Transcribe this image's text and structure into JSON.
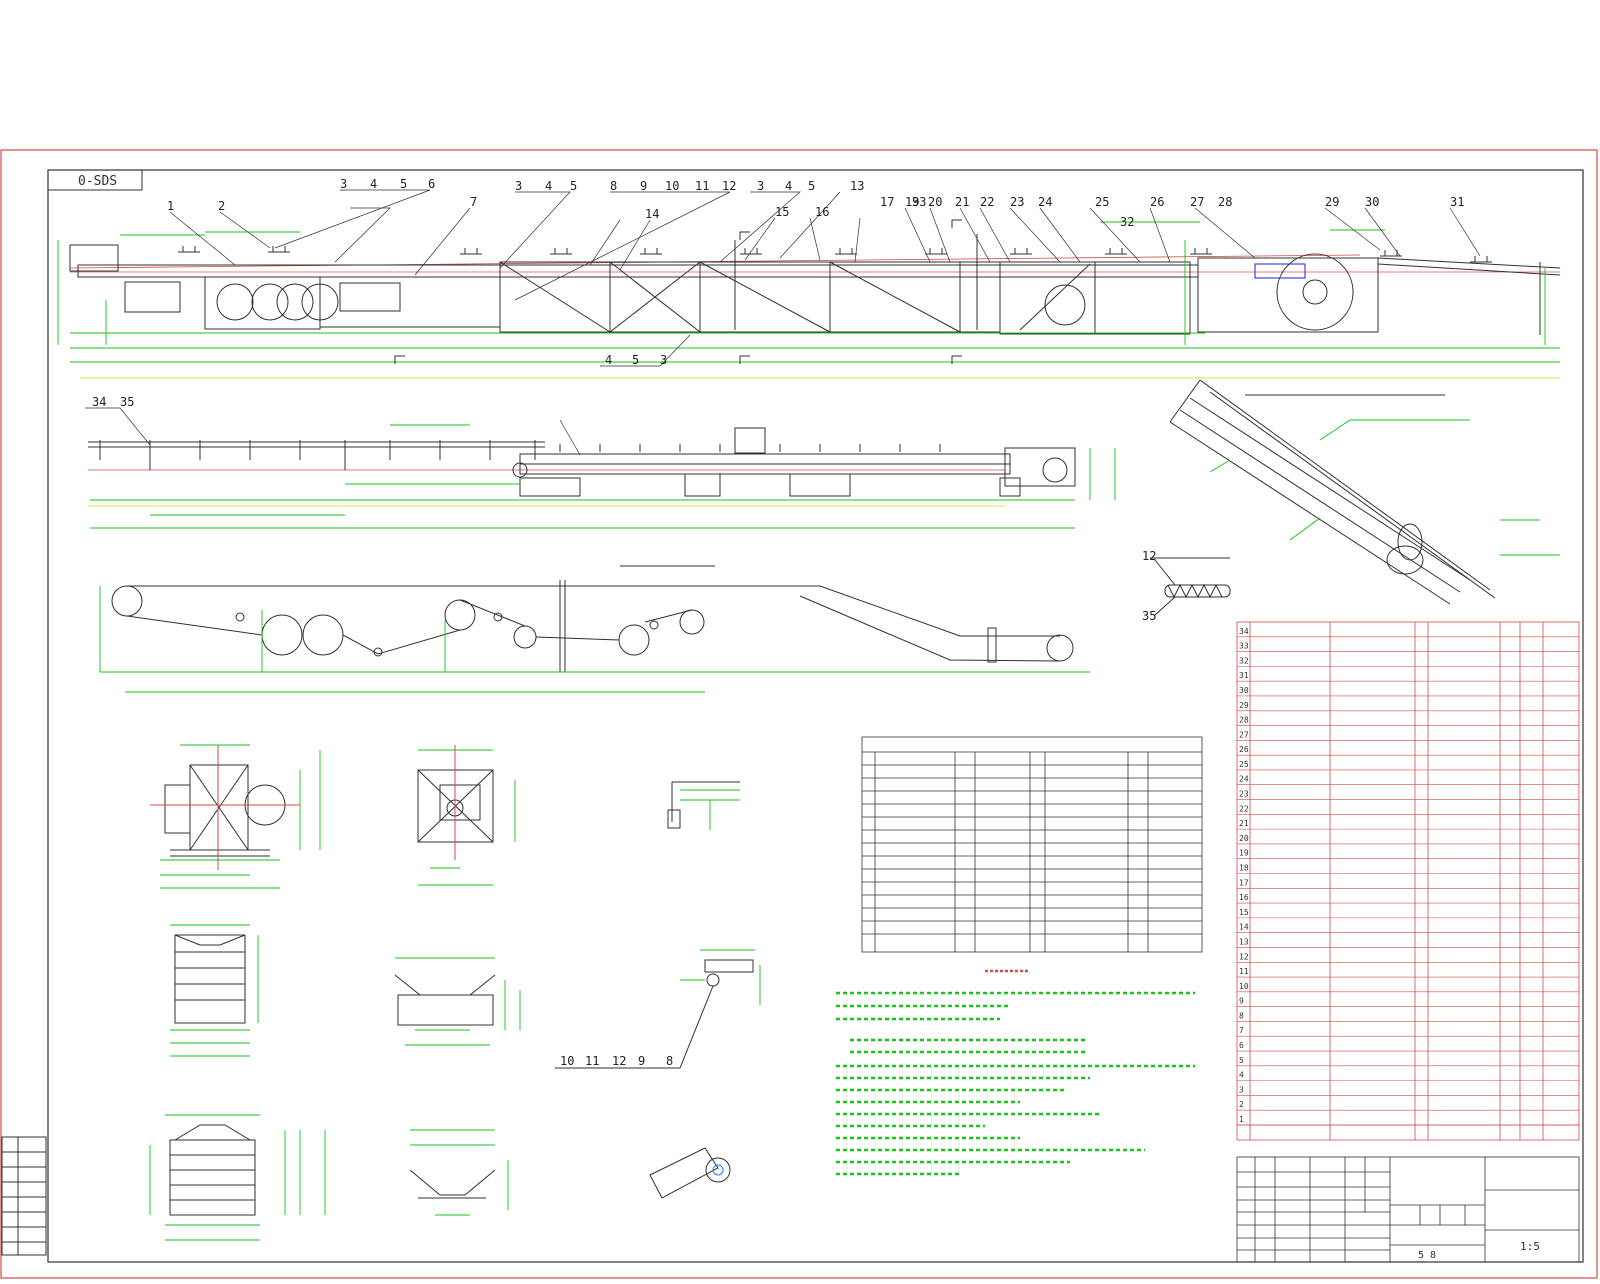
{
  "drawing": {
    "code": "0-SDS",
    "sheet_label": "5 8",
    "colors": {
      "frame": "#d44a4a",
      "geometry": "#303030",
      "dimension": "#18c418",
      "annotation": "#e05050",
      "centerline": "#d8d800",
      "pulley_hub": "#2080ff"
    }
  },
  "callouts": {
    "top_view": [
      "1",
      "2",
      "3",
      "4",
      "5",
      "6",
      "7",
      "3",
      "4",
      "5",
      "8",
      "9",
      "10",
      "11",
      "12",
      "3",
      "4",
      "5",
      "13",
      "14",
      "15",
      "16",
      "17",
      "19",
      "20",
      "21",
      "22",
      "23",
      "24",
      "25",
      "26",
      "27",
      "28",
      "29",
      "30",
      "31",
      "32",
      "33",
      "4",
      "5",
      "3",
      "34",
      "35"
    ],
    "detail": [
      "10",
      "11",
      "12",
      "9",
      "8"
    ],
    "mini": [
      "12",
      "35"
    ]
  },
  "parts_table": {
    "rows": [
      "34",
      "33",
      "32",
      "31",
      "30",
      "29",
      "28",
      "27",
      "26",
      "25",
      "24",
      "23",
      "22",
      "21",
      "20",
      "19",
      "18",
      "17",
      "16",
      "15",
      "14",
      "13",
      "12",
      "11",
      "10",
      "9",
      "8",
      "7",
      "6",
      "5",
      "4",
      "3",
      "2",
      "1"
    ]
  },
  "title_block": {
    "scale": "1:5"
  }
}
